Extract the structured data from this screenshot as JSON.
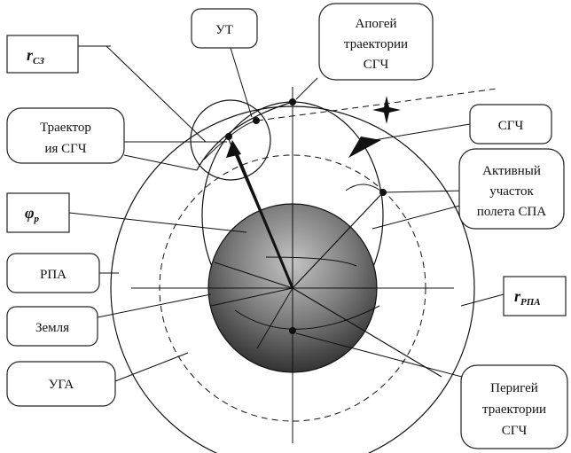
{
  "labels": {
    "r_sz": "r",
    "r_sz_sub": "СЗ",
    "ut": "УТ",
    "apogee": [
      "Апогей",
      "траектории",
      "СГЧ"
    ],
    "sgch": "СГЧ",
    "trajectory": [
      "Траектор",
      "ия СГЧ"
    ],
    "active": [
      "Активный",
      "участок",
      "полета СПА"
    ],
    "phi": "φ",
    "phi_sub": "р",
    "rpa": "РПА",
    "r_rpa": "r",
    "r_rpa_sub": "РПА",
    "earth": "Земля",
    "uga": "УГА",
    "perigee": [
      "Перигей",
      "траектории",
      "СГЧ"
    ]
  },
  "colors": {
    "earth_light": "#b8b8b8",
    "earth_dark": "#3a3a3a",
    "line": "#111111"
  }
}
